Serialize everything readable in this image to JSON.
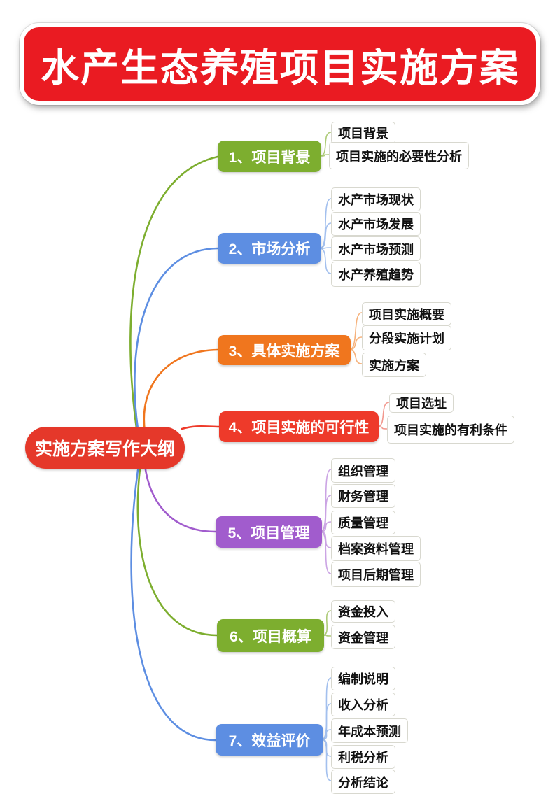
{
  "title": {
    "text": "水产生态养殖项目实施方案",
    "bg": "#ea1b22",
    "text_color": "#ffffff"
  },
  "mindmap": {
    "root": {
      "label": "实施方案写作大纲",
      "color": "#e5382a"
    },
    "branches": [
      {
        "label": "1、项目背景",
        "color": "#7dae2f",
        "line_color": "#aecb79",
        "leaves": [
          "项目背景",
          "项目实施的必要性分析"
        ]
      },
      {
        "label": "2、市场分析",
        "color": "#5d8ee2",
        "line_color": "#a3c0ee",
        "leaves": [
          "水产市场现状",
          "水产市场发展",
          "水产市场预测",
          "水产养殖趋势"
        ]
      },
      {
        "label": "3、具体实施方案",
        "color": "#f0761e",
        "line_color": "#f6b27c",
        "leaves": [
          "项目实施概要",
          "分段实施计划",
          "实施方案"
        ]
      },
      {
        "label": "4、项目实施的可行性",
        "color": "#ee3a2a",
        "line_color": "#f2998f",
        "leaves": [
          "项目选址",
          "项目实施的有利条件"
        ]
      },
      {
        "label": "5、项目管理",
        "color": "#a15ccd",
        "line_color": "#cba4e4",
        "leaves": [
          "组织管理",
          "财务管理",
          "质量管理",
          "档案资料管理",
          "项目后期管理"
        ]
      },
      {
        "label": "6、项目概算",
        "color": "#7dae2f",
        "line_color": "#aecb79",
        "leaves": [
          "资金投入",
          "资金管理"
        ]
      },
      {
        "label": "7、效益评价",
        "color": "#5d8ee2",
        "line_color": "#a3c0ee",
        "leaves": [
          "编制说明",
          "收入分析",
          "年成本预测",
          "利税分析",
          "分析结论"
        ]
      }
    ]
  }
}
